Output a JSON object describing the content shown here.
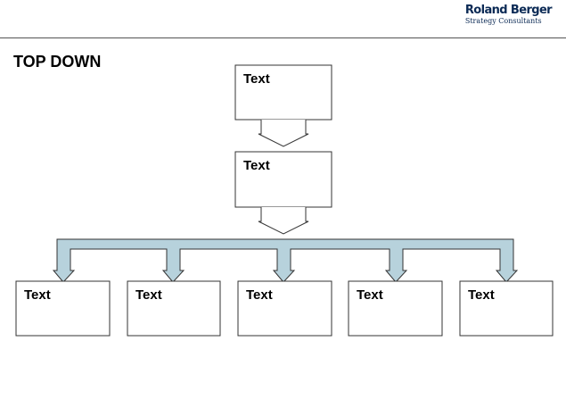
{
  "header": {
    "logo_name": "Roland Berger",
    "logo_subtitle": "Strategy Consultants"
  },
  "page": {
    "title": "TOP DOWN"
  },
  "diagram": {
    "top_box": {
      "label": "Text"
    },
    "middle_box": {
      "label": "Text"
    },
    "bottom_boxes": [
      {
        "label": "Text"
      },
      {
        "label": "Text"
      },
      {
        "label": "Text"
      },
      {
        "label": "Text"
      },
      {
        "label": "Text"
      }
    ]
  },
  "colors": {
    "connector_fill": "#b7d2dc",
    "stroke": "#333333",
    "brand": "#0b2a55"
  }
}
